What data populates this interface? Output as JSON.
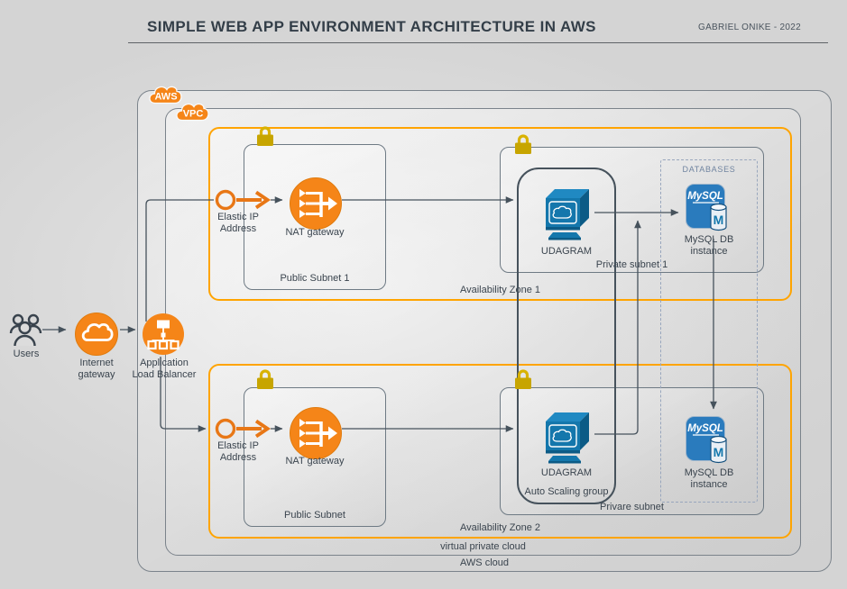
{
  "header": {
    "title": "SIMPLE WEB APP ENVIRONMENT ARCHITECTURE IN AWS",
    "author": "GABRIEL ONIKE - 2022"
  },
  "badges": {
    "aws": "AWS",
    "vpc": "VPC"
  },
  "containers": {
    "aws_cloud": "AWS cloud",
    "vpc": "virtual private cloud",
    "az1": "Availability Zone 1",
    "az2": "Availability Zone 2",
    "public_subnet_1": "Public Subnet 1",
    "public_subnet_2": "Public Subnet",
    "private_subnet_1": "Private subnet 1",
    "private_subnet_2": "Privare subnet",
    "auto_scaling": "Auto Scaling group",
    "databases": "DATABASES"
  },
  "nodes": {
    "users": "Users",
    "internet_gateway": "Internet gateway",
    "load_balancer": "Application Load Balancer",
    "elastic_ip_1": "Elastic IP Address",
    "elastic_ip_2": "Elastic IP Address",
    "nat_1": "NAT gateway",
    "nat_2": "NAT gateway",
    "udagram_1": "UDAGRAM",
    "udagram_2": "UDAGRAM",
    "mysql_1": "MySQL DB instance",
    "mysql_2": "MySQL DB instance"
  },
  "logos": {
    "mysql": "MySQL",
    "mysql_m": "M"
  },
  "colors": {
    "orange_icon": "#F58518",
    "orange_accent": "#E87716",
    "az_border": "#FFA400",
    "blue_icon": "#1273A6",
    "mysql_blue": "#2A7BBD",
    "lock_gold": "#C7A500",
    "connector": "#46525C",
    "title_text": "#333E48"
  }
}
